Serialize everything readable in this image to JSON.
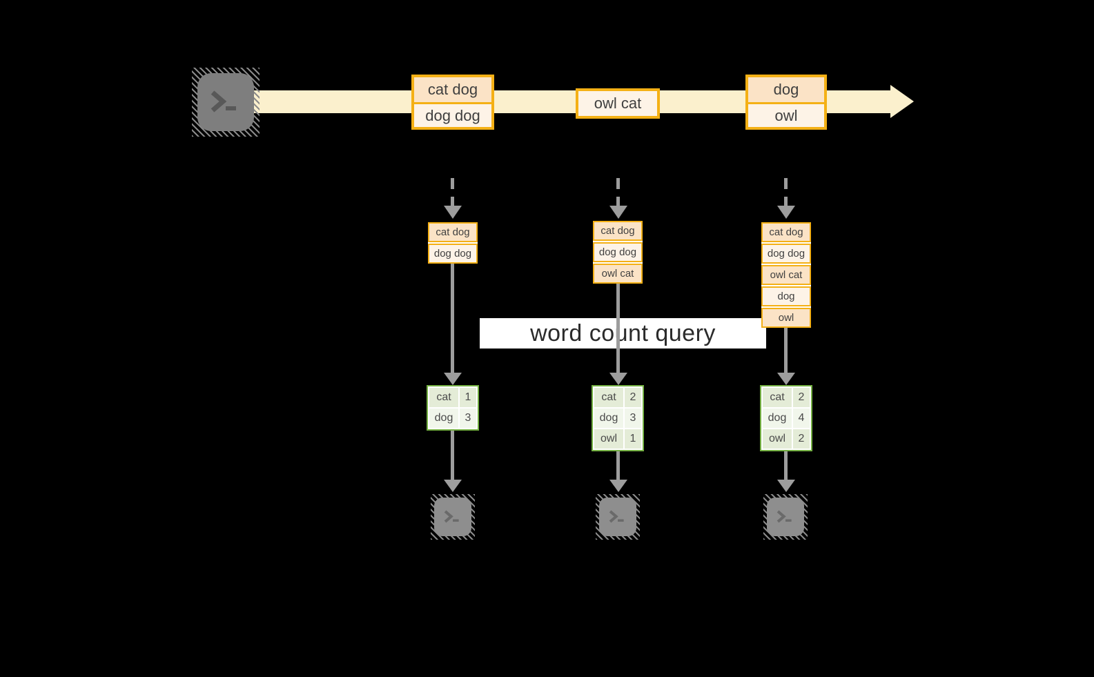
{
  "banner": {
    "label": "word count query"
  },
  "palette": {
    "background": "#000000",
    "stream_band": "#FBF0CD",
    "amber_border": "#F4B015",
    "peach_dark": "#FBE3C6",
    "peach_light": "#FDF3E7",
    "green_border": "#74B042",
    "green_row_dark": "#E4ECD7",
    "green_row_light": "#F1F6EB",
    "arrow_gray": "#9D9D9D",
    "terminal_gray": "#7E7E7E"
  },
  "stream": {
    "batches": [
      {
        "records": [
          "cat dog",
          "dog dog"
        ]
      },
      {
        "records": [
          "owl cat"
        ]
      },
      {
        "records": [
          "dog",
          "owl"
        ]
      }
    ]
  },
  "columns": [
    {
      "input_records": [
        "cat dog",
        "dog dog"
      ],
      "counts": [
        {
          "word": "cat",
          "count": "1"
        },
        {
          "word": "dog",
          "count": "3"
        }
      ]
    },
    {
      "input_records": [
        "cat dog",
        "dog dog",
        "owl cat"
      ],
      "counts": [
        {
          "word": "cat",
          "count": "2"
        },
        {
          "word": "dog",
          "count": "3"
        },
        {
          "word": "owl",
          "count": "1"
        }
      ]
    },
    {
      "input_records": [
        "cat dog",
        "dog dog",
        "owl cat",
        "dog",
        "owl"
      ],
      "counts": [
        {
          "word": "cat",
          "count": "2"
        },
        {
          "word": "dog",
          "count": "4"
        },
        {
          "word": "owl",
          "count": "2"
        }
      ]
    }
  ]
}
